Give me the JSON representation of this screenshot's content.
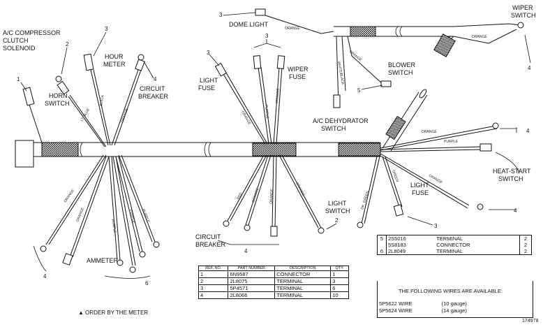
{
  "labels": {
    "ac_compressor": [
      "A/C COMPRESSOR",
      "CLUTCH",
      "SOLENOID"
    ],
    "horn_switch": [
      "HORN",
      "SWITCH"
    ],
    "hour_meter": [
      "HOUR",
      "METER"
    ],
    "circuit_breaker_top": [
      "CIRCUIT",
      "BREAKER"
    ],
    "light_fuse_left": [
      "LIGHT",
      "FUSE"
    ],
    "wiper_fuse": [
      "WIPER",
      "FUSE"
    ],
    "dome_light": "DOME LIGHT",
    "wiper_switch": [
      "WIPER",
      "SWITCH"
    ],
    "blower_switch": [
      "BLOWER",
      "SWITCH"
    ],
    "ac_dehydrator_switch": [
      "A/C DEHYDRATOR",
      "SWITCH"
    ],
    "heat_start_switch": [
      "HEAT-START",
      "SWITCH"
    ],
    "light_switch": [
      "LIGHT",
      "SWITCH"
    ],
    "light_fuse_right": [
      "LIGHT",
      "FUSE"
    ],
    "circuit_breaker_bottom": [
      "CIRCUIT",
      "BREAKER"
    ],
    "ammeter": "AMMETER"
  },
  "wire_labels": {
    "lt_blue": "LT. BLUE",
    "black": "BLACK",
    "orange": "ORANGE",
    "purple": "PURPLE",
    "red": "RED",
    "white_black": "WHITE/BLACK",
    "green": "GREEN",
    "dk_green": "DK. GREEN"
  },
  "ref_numbers": {
    "n1": "1",
    "n2": "2",
    "n3": "3",
    "n4": "4",
    "n5": "5",
    "n6": "6"
  },
  "parts_table": {
    "headers": [
      "REF. NO.",
      "PART NUMBER",
      "DESCRIPTION",
      "QTY."
    ],
    "rows": [
      {
        "ref": "1",
        "part": "6N9587",
        "desc": "CONNECTOR",
        "qty": "1"
      },
      {
        "ref": "2",
        "part": "2L8075",
        "desc": "TERMINAL",
        "qty": "3"
      },
      {
        "ref": "3",
        "part": "5P4571",
        "desc": "TERMINAL",
        "qty": "6"
      },
      {
        "ref": "4",
        "part": "2L8066",
        "desc": "TERMINAL",
        "qty": "10"
      }
    ]
  },
  "parts_table_2": {
    "rows": [
      {
        "ref": "5",
        "part": "2S5016",
        "desc": "TERMINAL",
        "qty": "2"
      },
      {
        "ref": "",
        "part": "5S8183",
        "desc": "CONNECTOR",
        "qty": "2"
      },
      {
        "ref": "6",
        "part": "2L8049",
        "desc": "TERMINAL",
        "qty": "2"
      }
    ]
  },
  "available": {
    "title": "THE FOLLOWING WIRES ARE AVAILABLE:",
    "rows": [
      {
        "part": "5P5622",
        "desc": "WIRE",
        "gauge": "(10 gauge)"
      },
      {
        "part": "5P5624",
        "desc": "WIRE",
        "gauge": "(14 gauge)"
      }
    ]
  },
  "footnote": "ORDER BY THE METER",
  "figure_number": "174978"
}
